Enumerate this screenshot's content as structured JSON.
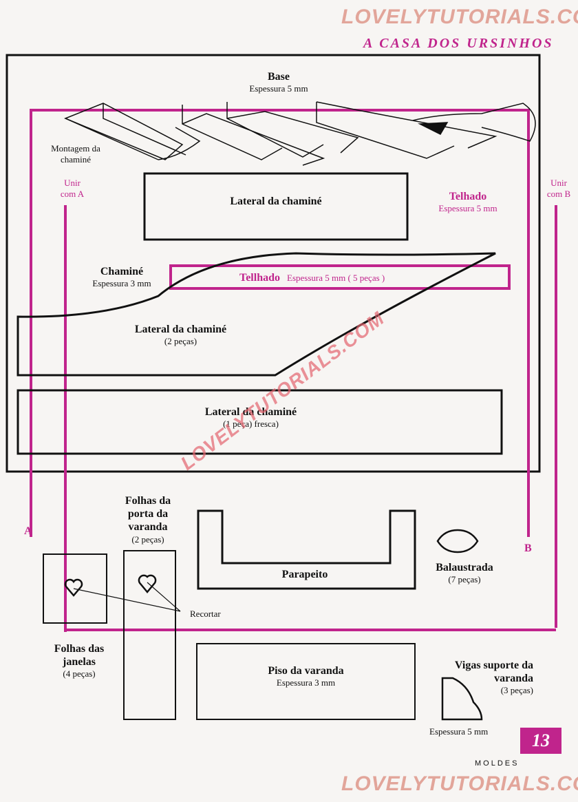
{
  "watermark": {
    "top": "LOVELYTUTORIALS.COM",
    "diagonal": "LOVELYTUTORIALS.COM",
    "bottom": "LOVELYTUTORIALS.COM"
  },
  "header": {
    "title": "A CASA DOS URSINHOS"
  },
  "base": {
    "title": "Base",
    "thickness": "Espessura 5 mm"
  },
  "montagem": {
    "line1": "Montagem da",
    "line2": "chaminé"
  },
  "unir_a": {
    "line1": "Unir",
    "line2": "com A"
  },
  "unir_b": {
    "line1": "Unir",
    "line2": "com B"
  },
  "telhado_right": {
    "title": "Telhado",
    "thickness": "Espessura 5 mm"
  },
  "lateral_top": {
    "title": "Lateral da chaminé"
  },
  "chamine": {
    "title": "Chaminé",
    "thickness": "Espessura 3 mm"
  },
  "telhado_strip": {
    "title": "Tellhado",
    "detail": "Espessura 5 mm ( 5 peças )"
  },
  "lateral_curved": {
    "title": "Lateral da chaminé",
    "count": "(2 peças)"
  },
  "lateral_bottom": {
    "title": "Lateral da chaminé",
    "count": "(1 peça) fresca)"
  },
  "markers": {
    "a": "A",
    "b": "B"
  },
  "folhas_porta": {
    "line1": "Folhas da",
    "line2": "porta da",
    "line3": "varanda",
    "count": "(2 peças)"
  },
  "parapeito": {
    "title": "Parapeito"
  },
  "balaustrada": {
    "title": "Balaustrada",
    "count": "(7 peças)"
  },
  "recortar": {
    "label": "Recortar"
  },
  "folhas_janelas": {
    "line1": "Folhas das",
    "line2": "janelas",
    "count": "(4 peças)"
  },
  "piso": {
    "title": "Piso da varanda",
    "thickness": "Espessura 3 mm"
  },
  "vigas": {
    "line1": "Vigas suporte da",
    "line2": "varanda",
    "count": "(3 peças)",
    "thickness": "Espessura 5 mm"
  },
  "footer": {
    "page_number": "13",
    "section": "MOLDES"
  },
  "colors": {
    "magenta": "#c0248c",
    "ink": "#111111",
    "paper": "#f7f5f3",
    "watermark": "#e2a59a"
  }
}
